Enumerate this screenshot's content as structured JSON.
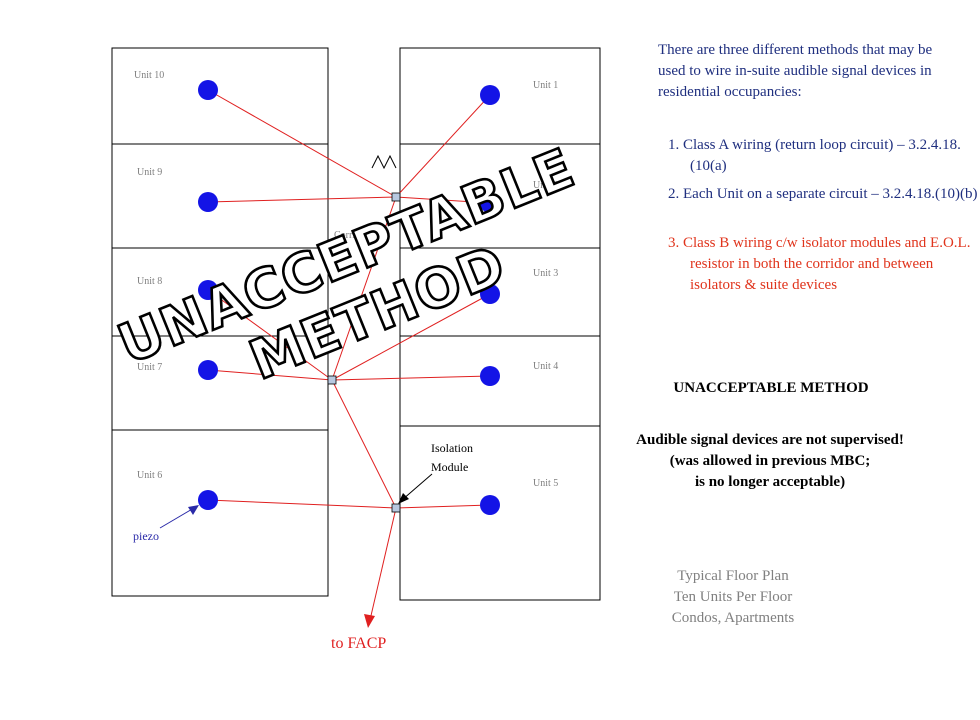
{
  "diagram": {
    "units_left": [
      "Unit 10",
      "Unit 9",
      "Unit 8",
      "Unit 7",
      "Unit 6"
    ],
    "units_right": [
      "Unit 1",
      "Unit 2",
      "Unit 3",
      "Unit 4",
      "Unit 5"
    ],
    "corridor_label": "Corridor",
    "isolation_module_label": [
      "Isolation",
      "Module"
    ],
    "piezo_label": "piezo",
    "facp_label": "to FACP",
    "stamp_lines": [
      "UNACCEPTABLE",
      "METHOD"
    ],
    "colors": {
      "device": "#1414e6",
      "wire": "#e02020",
      "pointer": "#2a2aa8",
      "module_fill": "#b8c8e0",
      "stamp_fill": "#ffffff",
      "stamp_stroke": "#000000"
    }
  },
  "panel": {
    "intro": "There are three different methods that may be used to wire in-suite audible signal devices in residential occupancies:",
    "methods": [
      "1. Class A wiring (return loop circuit) – 3.2.4.18.(10(a)",
      "2. Each Unit on a separate circuit – 3.2.4.18.(10)(b)",
      "3. Class B wiring c/w isolator modules and E.O.L. resistor in both the corridor and between isolators & suite devices"
    ],
    "unacceptable_title": "UNACCEPTABLE METHOD",
    "notice_lines": [
      "Audible signal devices are not supervised!",
      "(was allowed in previous MBC;",
      "is no longer acceptable)"
    ],
    "caption_lines": [
      "Typical Floor Plan",
      "Ten Units Per Floor",
      "Condos, Apartments"
    ]
  }
}
